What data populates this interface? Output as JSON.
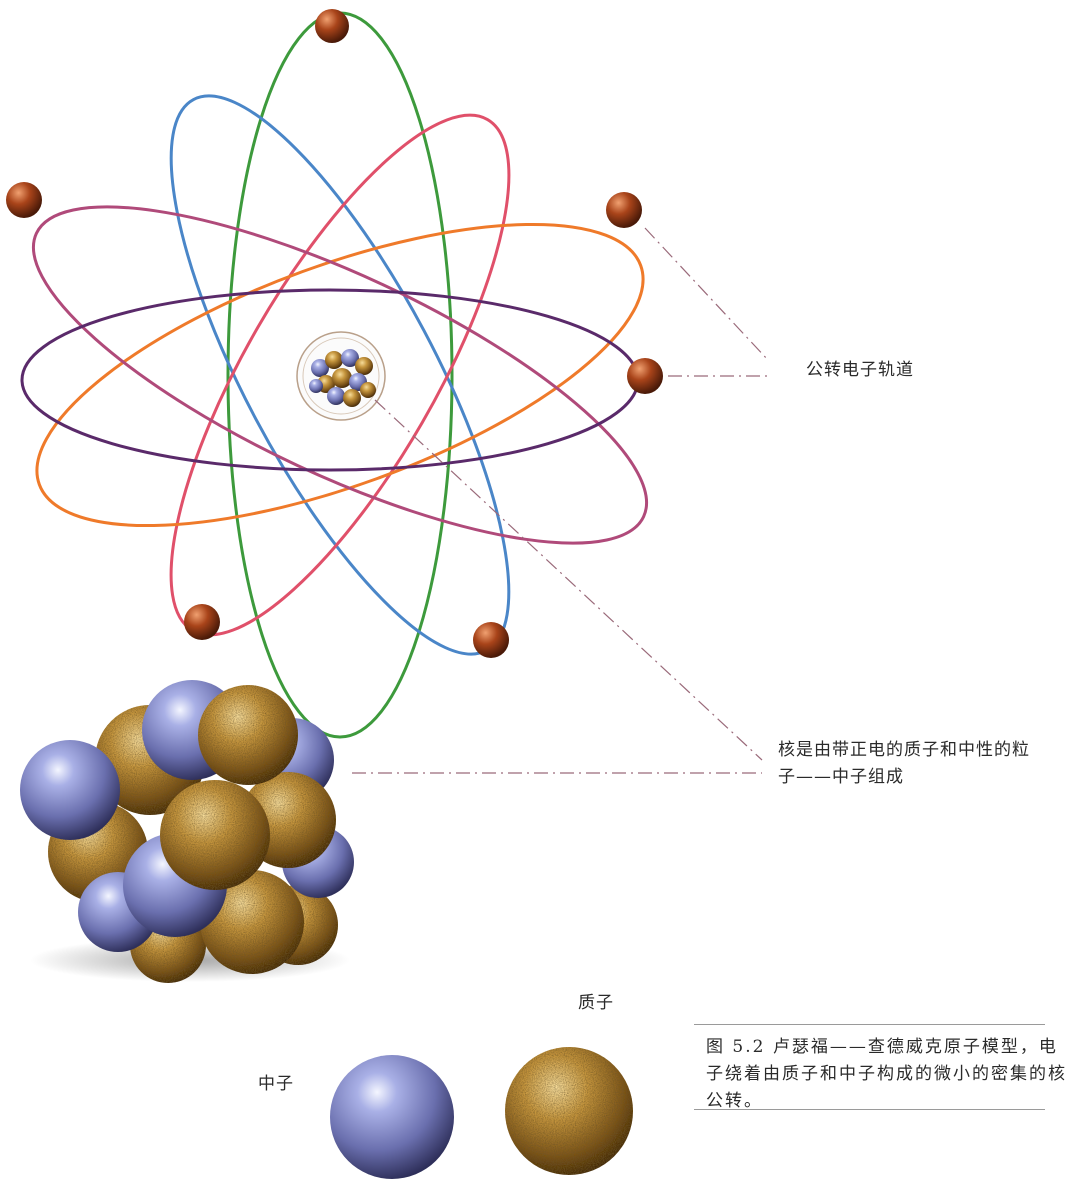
{
  "labels": {
    "orbit": "公转电子轨道",
    "nucleus": "核是由带正电的质子和中性的粒子——中子组成",
    "proton": "质子",
    "neutron": "中子"
  },
  "caption": "图 5.2 卢瑟福——查德威克原子模型，电子绕着由质子和中子构成的微小的密集的核公转。",
  "colors": {
    "orbits": [
      "#3d9a3c",
      "#4a86c8",
      "#e0506a",
      "#ef7a2a",
      "#b04a7a",
      "#5a2a6a"
    ],
    "electron": "#8a3a12",
    "neutron": "#7f86c8",
    "proton": "#b78a3a",
    "leader": "#9a6a7a"
  }
}
